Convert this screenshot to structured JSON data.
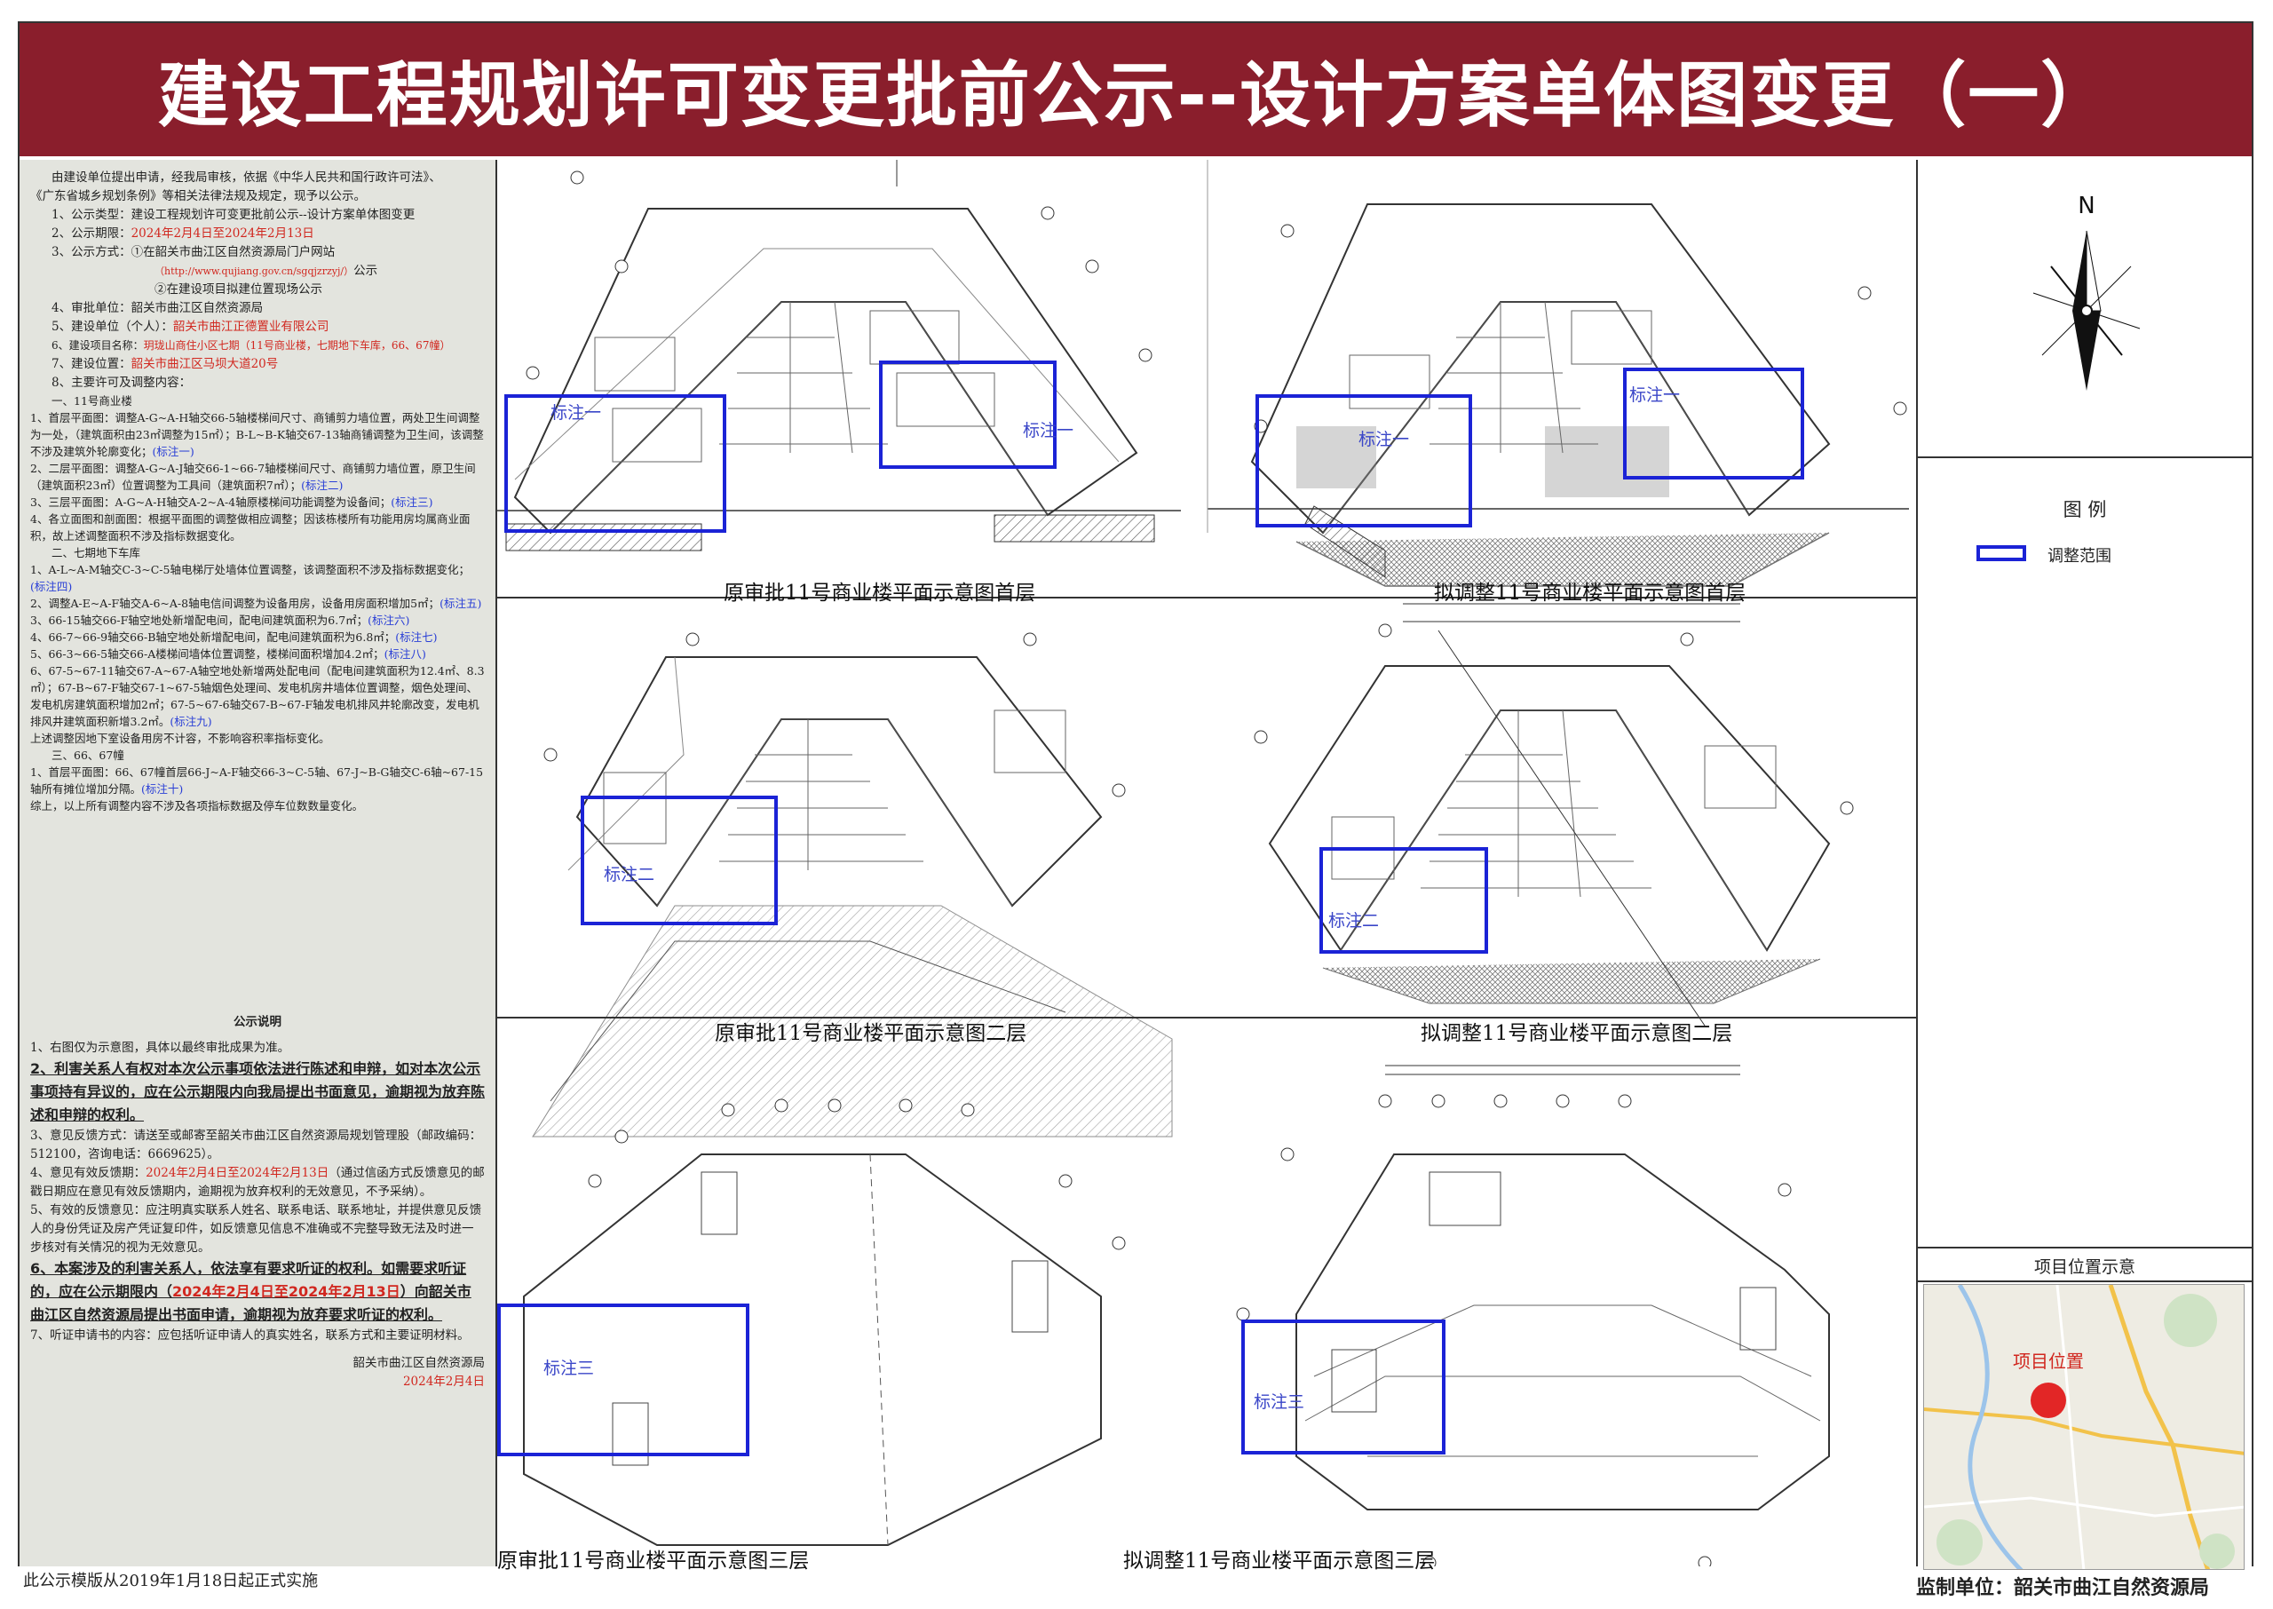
{
  "title": "建设工程规划许可变更批前公示--设计方案单体图变更（一）",
  "left_panel": {
    "intro": [
      "由建设单位提出申请，经我局审核，依据《中华人民共和国行政许可法》、",
      "《广东省城乡规划条例》等相关法律法规及规定，现予以公示。"
    ],
    "items": [
      {
        "label": "1、公示类型：",
        "value": "建设工程规划许可变更批前公示--设计方案单体图变更",
        "color": "normal"
      },
      {
        "label": "2、公示期限：",
        "value": "2024年2月4日至2024年2月13日",
        "color": "red"
      },
      {
        "label": "3、公示方式：",
        "value": "①在韶关市曲江区自然资源局门户网站",
        "color": "normal"
      }
    ],
    "website": "（http://www.qujiang.gov.cn/sgqjzrzyj/）",
    "website_suffix": "公示",
    "method2": "②在建设项目拟建位置现场公示",
    "items2": [
      {
        "label": "4、审批单位：",
        "value": "韶关市曲江区自然资源局",
        "color": "normal"
      },
      {
        "label": "5、建设单位（个人）：",
        "value": "韶关市曲江正德置业有限公司",
        "color": "red"
      },
      {
        "label": "6、建设项目名称：",
        "value": "玥珑山商住小区七期（11号商业楼，七期地下车库，66、67幢）",
        "color": "red"
      },
      {
        "label": "7、建设位置：",
        "value": "韶关市曲江区马坝大道20号",
        "color": "red"
      },
      {
        "label": "8、主要许可及调整内容：",
        "value": "",
        "color": "normal"
      }
    ],
    "content": [
      {
        "text": "一、11号商业楼",
        "indent": 1
      },
      {
        "text": "1、首层平面图：调整A-G~A-H轴交66-5轴楼梯间尺寸、商铺剪力墙位置，两处卫生间调整为一处，（建筑面积由23㎡调整为15㎡）；B-L~B-K轴交67-13轴商铺调整为卫生间，该调整不涉及建筑外轮廓变化；",
        "tag": "(标注一)"
      },
      {
        "text": "2、二层平面图：调整A-G~A-J轴交66-1~66-7轴楼梯间尺寸、商铺剪力墙位置，原卫生间（建筑面积23㎡）位置调整为工具间（建筑面积7㎡）；",
        "tag": "(标注二)"
      },
      {
        "text": "3、三层平面图：A-G~A-H轴交A-2~A-4轴原楼梯间功能调整为设备间；",
        "tag": "(标注三)"
      },
      {
        "text": "4、各立面图和剖面图：根据平面图的调整做相应调整；因该栋楼所有功能用房均属商业面积，故上述调整面积不涉及指标数据变化。",
        "tag": ""
      },
      {
        "text": "二、七期地下车库",
        "indent": 1
      },
      {
        "text": "1、A-L~A-M轴交C-3~C-5轴电梯厅处墙体位置调整，该调整面积不涉及指标数据变化；",
        "tag": "(标注四)"
      },
      {
        "text": "2、调整A-E~A-F轴交A-6~A-8轴电信间调整为设备用房，设备用房面积增加5㎡；",
        "tag": "(标注五)"
      },
      {
        "text": "3、66-15轴交66-F轴空地处新增配电间，配电间建筑面积为6.7㎡；",
        "tag": "(标注六)"
      },
      {
        "text": "4、66-7~66-9轴交66-B轴空地处新增配电间，配电间建筑面积为6.8㎡；",
        "tag": "(标注七)"
      },
      {
        "text": "5、66-3~66-5轴交66-A楼梯间墙体位置调整，楼梯间面积增加4.2㎡；",
        "tag": "(标注八)"
      },
      {
        "text": "6、67-5~67-11轴交67-A~67-A轴空地处新增两处配电间（配电间建筑面积为12.4㎡、8.3㎡）；67-B~67-F轴交67-1~67-5轴烟色处理间、发电机房井墙体位置调整，烟色处理间、发电机房建筑面积增加2㎡；67-5~67-6轴交67-B~67-F轴发电机排风井轮廓改变，发电机排风井建筑面积新增3.2㎡。",
        "tag": "(标注九)"
      },
      {
        "text": "上述调整因地下室设备用房不计容，不影响容积率指标变化。",
        "tag": ""
      },
      {
        "text": "三、66、67幢",
        "indent": 1
      },
      {
        "text": "1、首层平面图：66、67幢首层66-J~A-F轴交66-3~C-5轴、67-J~B-G轴交C-6轴~67-15轴所有摊位增加分隔。",
        "tag": "(标注十)"
      },
      {
        "text": "综上，以上所有调整内容不涉及各项指标数据及停车位数数量变化。",
        "tag": ""
      }
    ],
    "notice_title": "公示说明",
    "notice": {
      "n1": "1、右图仅为示意图，具体以最终审批成果为准。",
      "n2": "2、利害关系人有权对本次公示事项依法进行陈述和申辩，如对本次公示事项持有异议的，应在公示期限内向我局提出书面意见，逾期视为放弃陈述和申辩的权利。",
      "n3": "3、意见反馈方式：请送至或邮寄至韶关市曲江区自然资源局规划管理股（邮政编码：512100，咨询电话：6669625）。",
      "n4_a": "4、意见有效反馈期：",
      "n4_date": "2024年2月4日至2024年2月13日",
      "n4_b": "（通过信函方式反馈意见的邮戳日期应在意见有效反馈期内，逾期视为放弃权利的无效意见，不予采纳）。",
      "n5": "5、有效的反馈意见：应注明真实联系人姓名、联系电话、联系地址，并提供意见反馈人的身份凭证及房产凭证复印件，如反馈意见信息不准确或不完整导致无法及时进一步核对有关情况的视为无效意见。",
      "n6_a": "6、本案涉及的利害关系人，依法享有要求听证的权利。如需要求听证的，应在公示期限内（",
      "n6_date": "2024年2月4日至2024年2月13日",
      "n6_b": "）向韶关市曲江区自然资源局提出书面申请，逾期视为放弃要求听证的权利。",
      "n7": "7、听证申请书的内容：应包括听证申请人的真实姓名，联系方式和主要证明材料。"
    },
    "signature": "韶关市曲江区自然资源局",
    "signature_date": "2024年2月4日"
  },
  "drawings": {
    "captions": {
      "c1": "原审批11号商业楼平面示意图首层",
      "c2": "拟调整11号商业楼平面示意图首层",
      "c3": "原审批11号商业楼平面示意图二层",
      "c4": "拟调整11号商业楼平面示意图二层",
      "c5": "原审批11号商业楼平面示意图三层",
      "c6": "拟调整11号商业楼平面示意图三层"
    },
    "marks": {
      "m1": "标注一",
      "m2": "标注二",
      "m3": "标注三"
    }
  },
  "right_panel": {
    "north": "N",
    "legend_title": "图  例",
    "legend_item": "调整范围",
    "map_title": "项目位置示意",
    "map_label": "项目位置"
  },
  "footer": {
    "left": "此公示模版从2019年1月18日起正式实施",
    "right": "监制单位：韶关市曲江自然资源局"
  },
  "colors": {
    "title_bg": "#8a1e2c",
    "panel_bg": "#e3e4de",
    "mark_blue": "#1b23d6",
    "text_red": "#d1271f",
    "tag_blue": "#2a3fd6"
  }
}
